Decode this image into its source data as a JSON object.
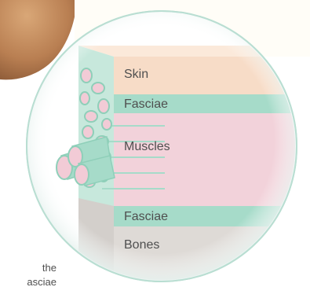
{
  "diagram": {
    "layers": [
      {
        "id": "skin",
        "label": "Skin"
      },
      {
        "id": "fasciae-top",
        "label": "Fasciae"
      },
      {
        "id": "muscles",
        "label": "Muscles"
      },
      {
        "id": "fasciae-bottom",
        "label": "Fasciae"
      },
      {
        "id": "bones",
        "label": "Bones"
      }
    ],
    "colors": {
      "skin": "#f7dcc7",
      "fasciae": "#a6dbc9",
      "muscles": "#f2d2da",
      "bones": "#dedad6",
      "circle_ring": "#b9ded2",
      "photo": "#c48f60"
    }
  },
  "text_fragments": {
    "line1": "the",
    "line2": "asciae"
  }
}
